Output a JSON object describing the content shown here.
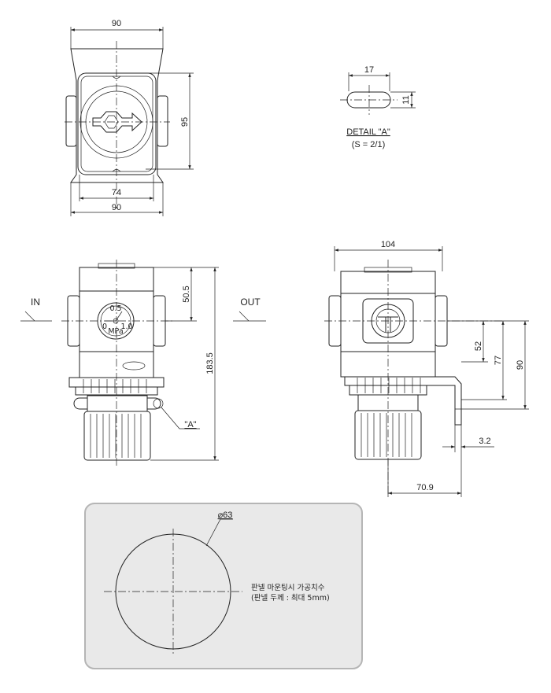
{
  "top_view": {
    "dim_width_top": "90",
    "dim_height": "95",
    "dim_inner_width": "74",
    "dim_width_bottom": "90"
  },
  "detail_a": {
    "dim_length": "17",
    "dim_height": "11",
    "title": "DETAIL \"A\"",
    "scale": "(S = 2/1)"
  },
  "front_view": {
    "in_label": "IN",
    "out_label": "OUT",
    "dim_top_to_port": "50.5",
    "dim_total_height": "183.5",
    "detail_ref": "\"A\"",
    "gauge_unit": "MPa",
    "gauge_ticks": [
      "0",
      "0.5",
      "1.0"
    ]
  },
  "side_view": {
    "dim_width": "104",
    "dim_52": "52",
    "dim_77": "77",
    "dim_90": "90",
    "dim_thickness": "3.2",
    "dim_depth": "70.9"
  },
  "panel_cutout": {
    "diameter_label": "⌀63",
    "note_line1": "판넬 마운팅시 가공치수",
    "note_line2": "(판넬 두께 : 최대 5mm)"
  },
  "colors": {
    "line": "#222222",
    "panel_bg": "#e9e9e9",
    "panel_border": "#b5b5b5"
  }
}
